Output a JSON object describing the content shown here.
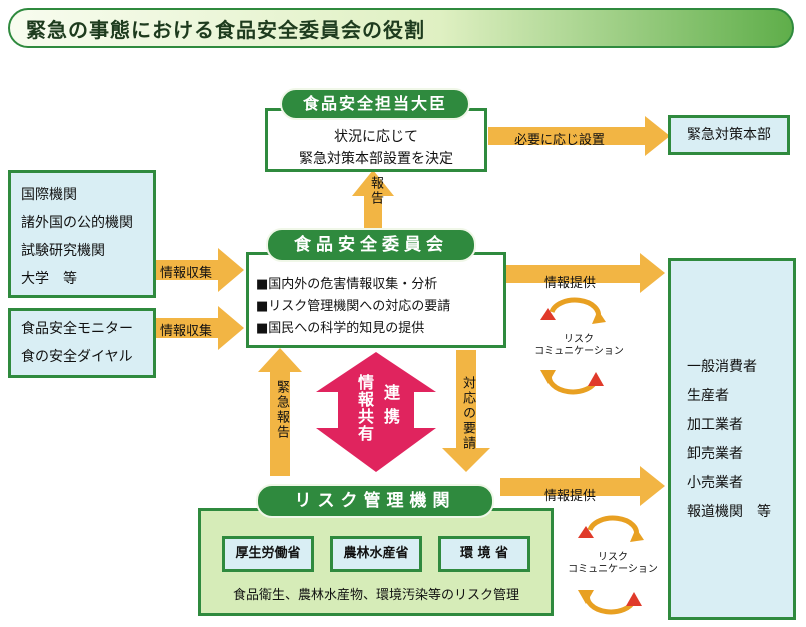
{
  "title": "緊急の事態における食品安全委員会の役割",
  "minister": {
    "label": "食品安全担当大臣",
    "body_line1": "状況に応じて",
    "body_line2": "緊急対策本部設置を決定"
  },
  "hq_arrow_label": "必要に応じ設置",
  "hq_box": "緊急対策本部",
  "report_label": "報告",
  "sources1": [
    "国際機関",
    "諸外国の公的機関",
    "試験研究機関",
    "大学　等"
  ],
  "sources2": [
    "食品安全モニター",
    "食の安全ダイヤル"
  ],
  "collect_label": "情報収集",
  "committee": {
    "label": "食品安全委員会",
    "items": [
      "■国内外の危害情報収集・分析",
      "■リスク管理機関への対応の要請",
      "■国民への科学的知見の提供"
    ]
  },
  "provide_label": "情報提供",
  "risk_comm": [
    "リスク",
    "コミュニケーション"
  ],
  "emergency_report_label": "緊急報告",
  "response_request_label": "対応の要請",
  "share_labels": [
    "情報共有",
    "連携"
  ],
  "public": [
    "一般消費者",
    "生産者",
    "加工業者",
    "卸売業者",
    "小売業者",
    "報道機関　等"
  ],
  "risk_agency": {
    "label": "リスク管理機関",
    "ministries": [
      "厚生労働省",
      "農林水産省",
      "環 境 省"
    ],
    "footer": "食品衛生、農林水産物、環境汚染等のリスク管理"
  },
  "colors": {
    "green": "#2f8a3e",
    "arrow_orange": "#f2b544",
    "magenta": "#e0245e",
    "box_blue": "#d9eef4",
    "box_green": "#d6ecb8"
  }
}
